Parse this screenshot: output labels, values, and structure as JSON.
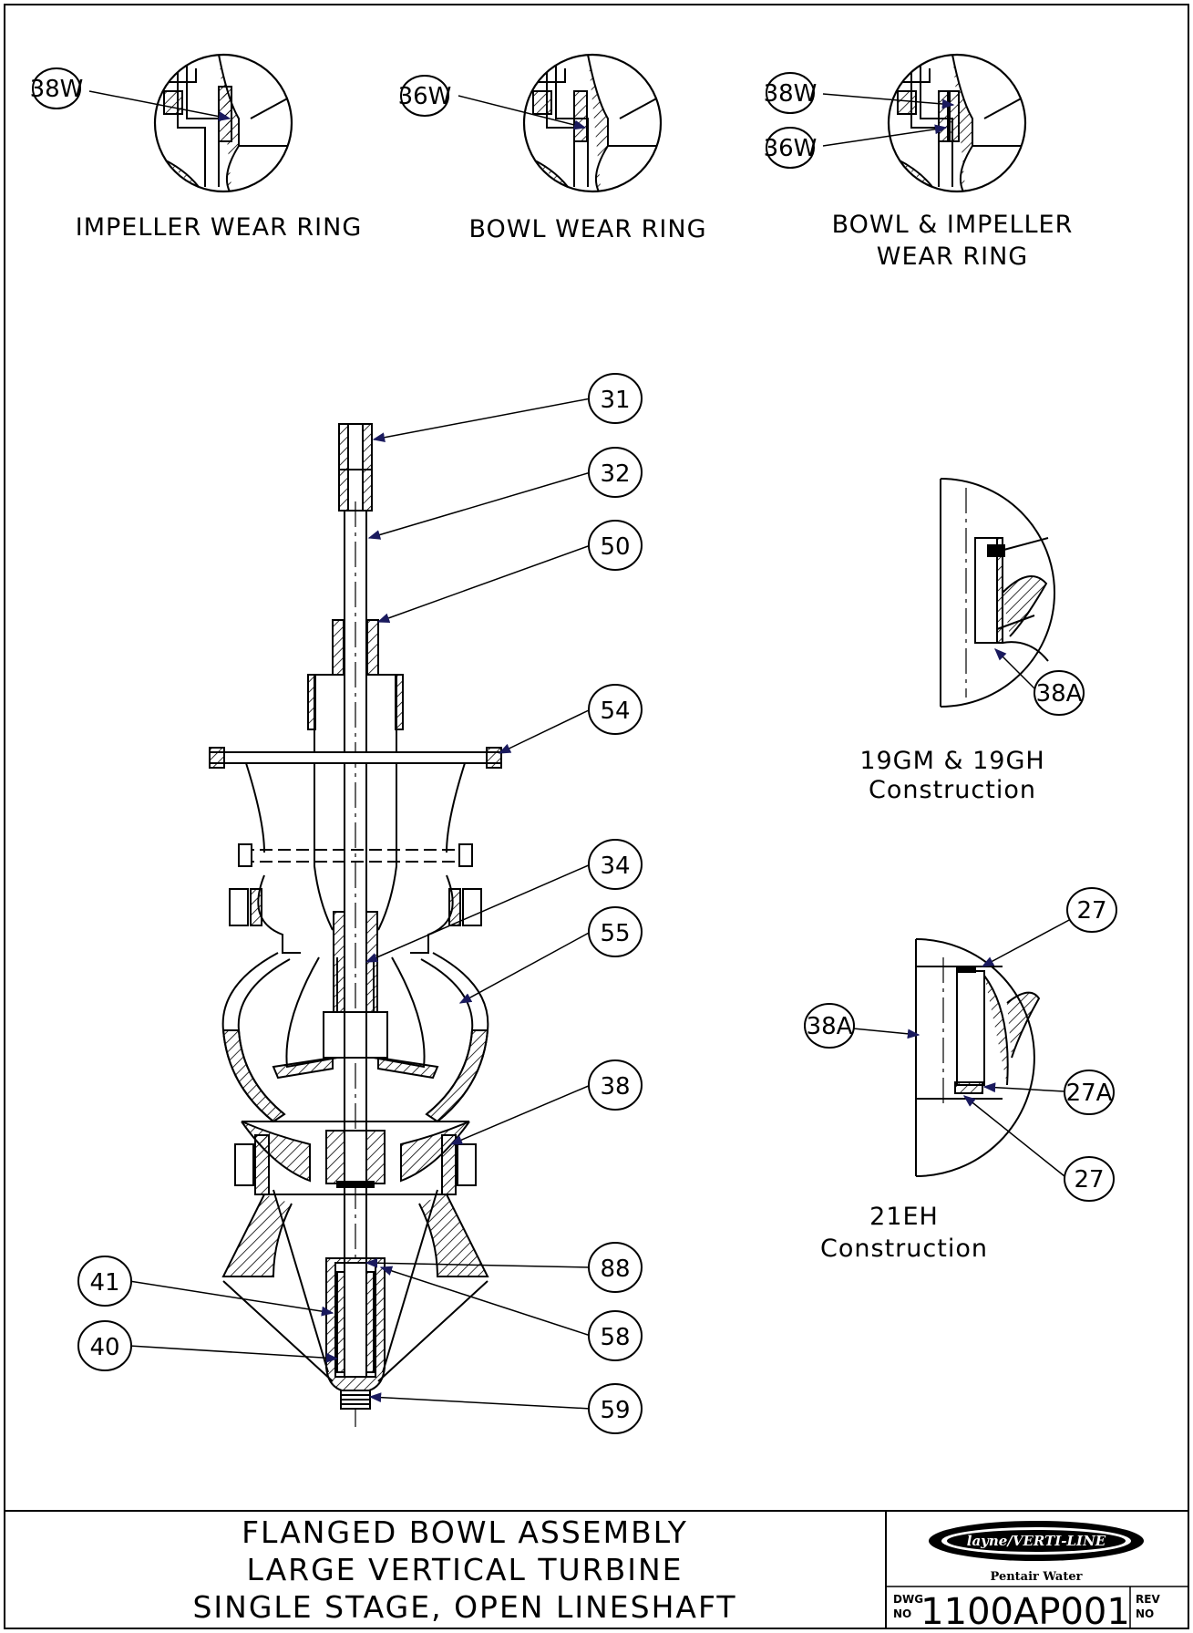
{
  "details": {
    "impeller_wear_ring": {
      "caption": "IMPELLER WEAR RING",
      "callout": "38W"
    },
    "bowl_wear_ring": {
      "caption": "BOWL WEAR RING",
      "callout": "36W"
    },
    "bowl_impeller_wear_ring": {
      "caption_line1": "BOWL & IMPELLER",
      "caption_line2": "WEAR RING",
      "callouts": [
        "38W",
        "36W"
      ]
    },
    "construction_19gm": {
      "caption_line1": "19GM & 19GH",
      "caption_line2": "Construction",
      "callout": "38A"
    },
    "construction_21eh": {
      "caption_line1": "21EH",
      "caption_line2": "Construction",
      "callouts": [
        "27",
        "38A",
        "27A",
        "27"
      ]
    }
  },
  "main_callouts": [
    "31",
    "32",
    "50",
    "54",
    "34",
    "55",
    "38",
    "41",
    "40",
    "88",
    "58",
    "59"
  ],
  "title_block": {
    "line1": "FLANGED BOWL ASSEMBLY",
    "line2": "LARGE VERTICAL TURBINE",
    "line3": "SINGLE STAGE, OPEN LINESHAFT",
    "logo_text": "layne/VERTI-LINE",
    "logo_sub": "Pentair Water",
    "dwg_label_1": "DWG",
    "dwg_label_2": "NO",
    "dwg_no": "1100AP001",
    "rev_label_1": "REV",
    "rev_label_2": "NO"
  },
  "colors": {
    "line": "#000000",
    "arrow": "#1a1a5e",
    "paper": "#ffffff"
  }
}
